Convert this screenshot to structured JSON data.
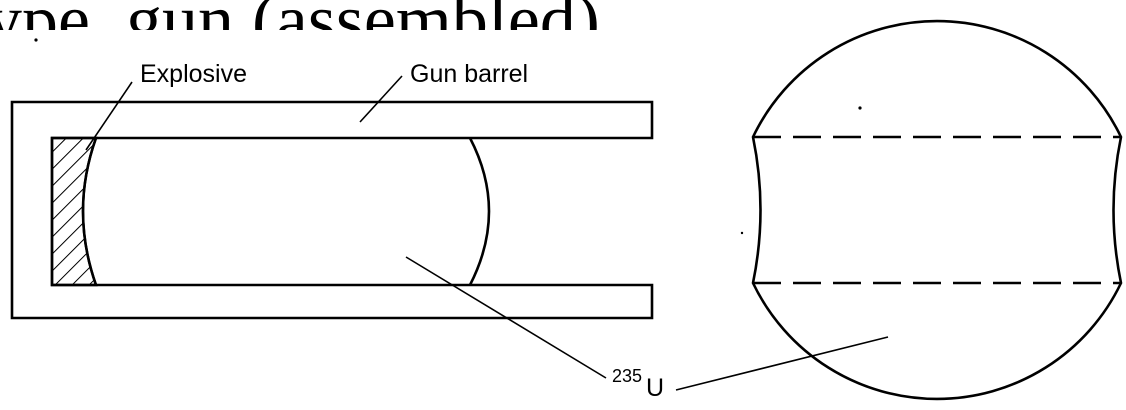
{
  "heading_fragment": "ype, gun (assembled)",
  "labels": {
    "explosive": "Explosive",
    "gun_barrel": "Gun barrel",
    "uranium_mass": "235",
    "uranium_symbol": "U"
  },
  "colors": {
    "ink": "#000000",
    "background": "#ffffff"
  }
}
